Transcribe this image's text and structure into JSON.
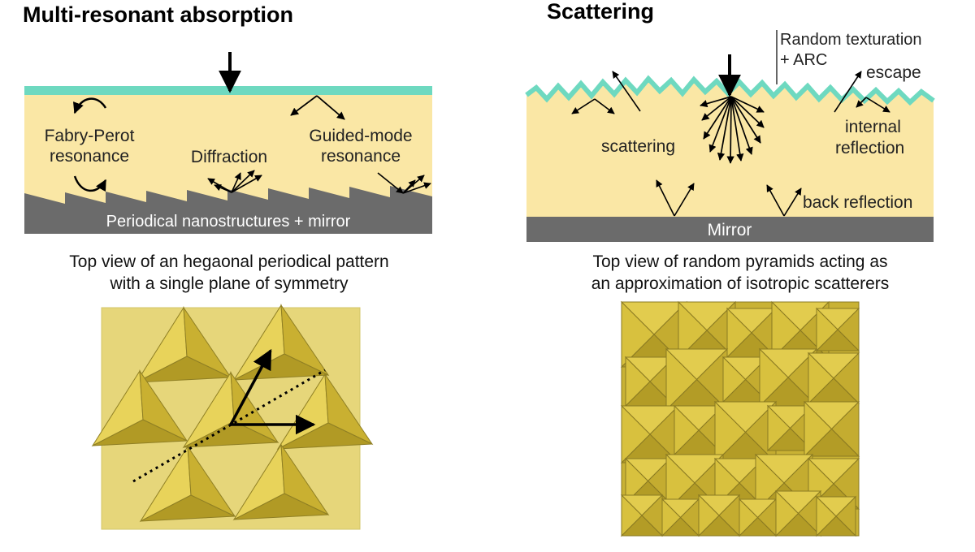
{
  "left_panel": {
    "title": "Multi-resonant absorption",
    "labels": {
      "fabry_perot_1": "Fabry-Perot",
      "fabry_perot_2": "resonance",
      "diffraction": "Diffraction",
      "guided_1": "Guided-mode",
      "guided_2": "resonance",
      "substrate": "Periodical nanostructures + mirror"
    },
    "caption": [
      "Top view of an hegaonal periodical pattern",
      "with a single plane of symmetry"
    ]
  },
  "right_panel": {
    "title": "Scattering",
    "labels": {
      "texturation_1": "Random texturation",
      "texturation_2": "+ ARC",
      "escape": "escape",
      "scattering": "scattering",
      "internal_1": "internal",
      "internal_2": "reflection",
      "back_reflection": "back reflection",
      "mirror": "Mirror"
    },
    "caption": [
      "Top view of random pyramids acting as",
      "an approximation of isotropic scatterers"
    ]
  },
  "colors": {
    "absorber": "#fae7a5",
    "arc_coating": "#6ed9c0",
    "mirror": "#6b6b6b",
    "pattern_background": "#e6d67a",
    "pyramid": "#d6c03c",
    "arrows": "#000000"
  }
}
